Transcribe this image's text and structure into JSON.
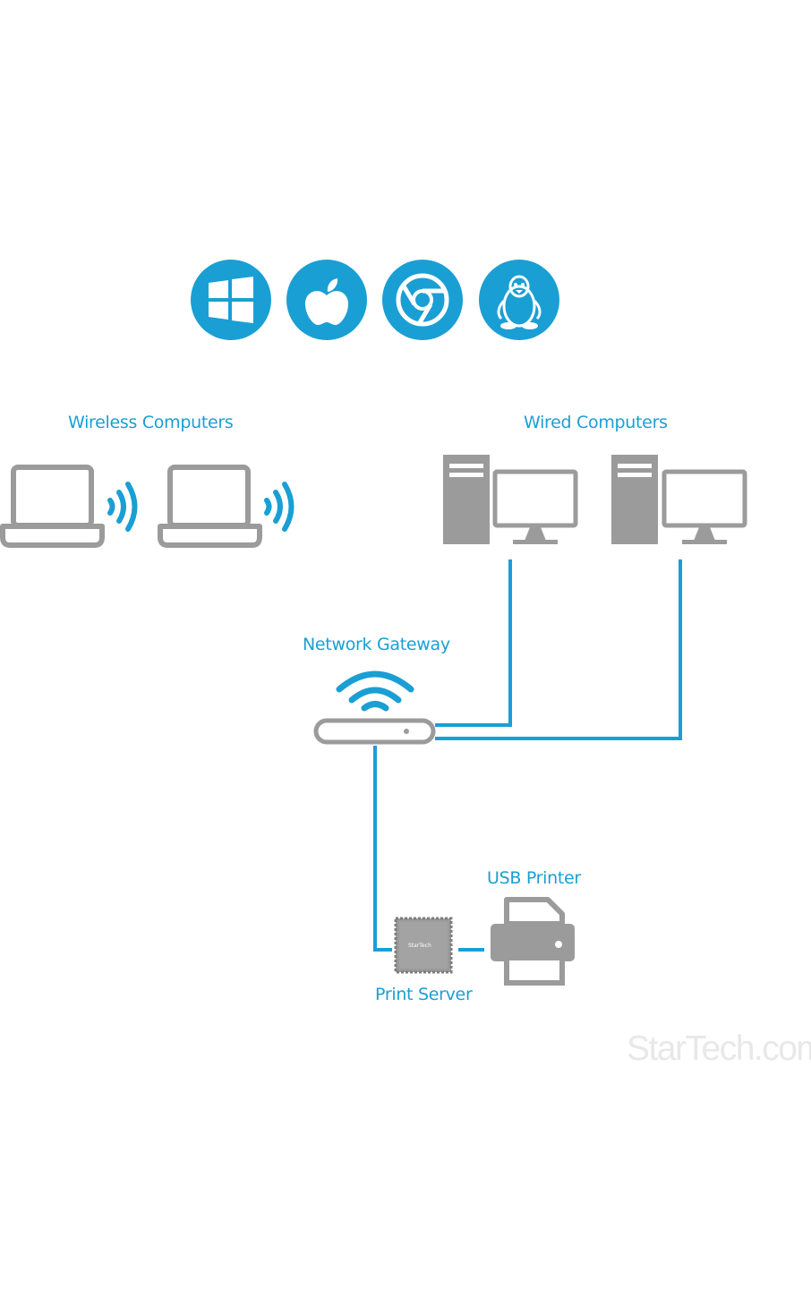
{
  "os_icons": [
    {
      "icon": "windows-icon"
    },
    {
      "icon": "apple-icon"
    },
    {
      "icon": "chrome-icon"
    },
    {
      "icon": "linux-tux-icon"
    }
  ],
  "labels": {
    "wireless_computers": "Wireless Computers",
    "wired_computers": "Wired Computers",
    "network_gateway": "Network Gateway",
    "usb_printer": "USB Printer",
    "print_server": "Print Server"
  },
  "device_text": {
    "print_server_brand": "StarTech"
  },
  "watermark": "StarTech.com",
  "colors": {
    "accent": "#1a9fd4",
    "device_gray": "#9b9b9b",
    "background": "#ffffff"
  }
}
